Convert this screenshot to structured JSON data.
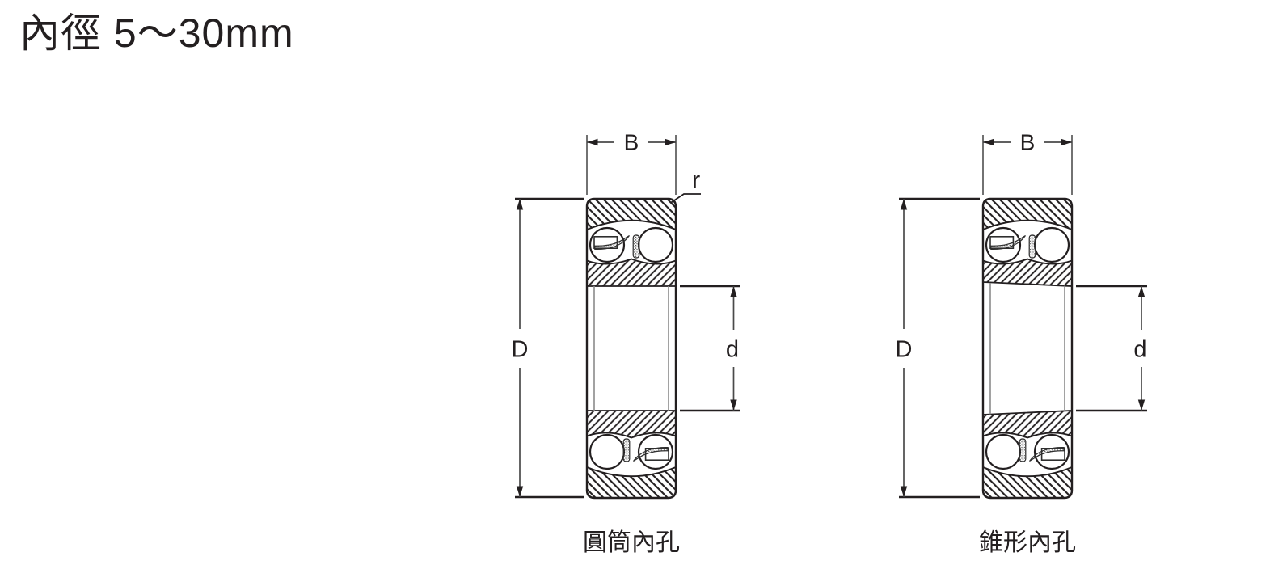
{
  "page": {
    "title": "內徑 5～30mm"
  },
  "colors": {
    "ink": "#231f20",
    "line_gray": "#8a8a8a"
  },
  "diagrams": [
    {
      "caption": "圓筒內孔",
      "dim_labels": {
        "width": "B",
        "outer_diameter": "D",
        "bore_diameter": "d",
        "chamfer_radius": "r"
      }
    },
    {
      "caption": "錐形內孔",
      "dim_labels": {
        "width": "B",
        "outer_diameter": "D",
        "bore_diameter": "d"
      }
    }
  ]
}
